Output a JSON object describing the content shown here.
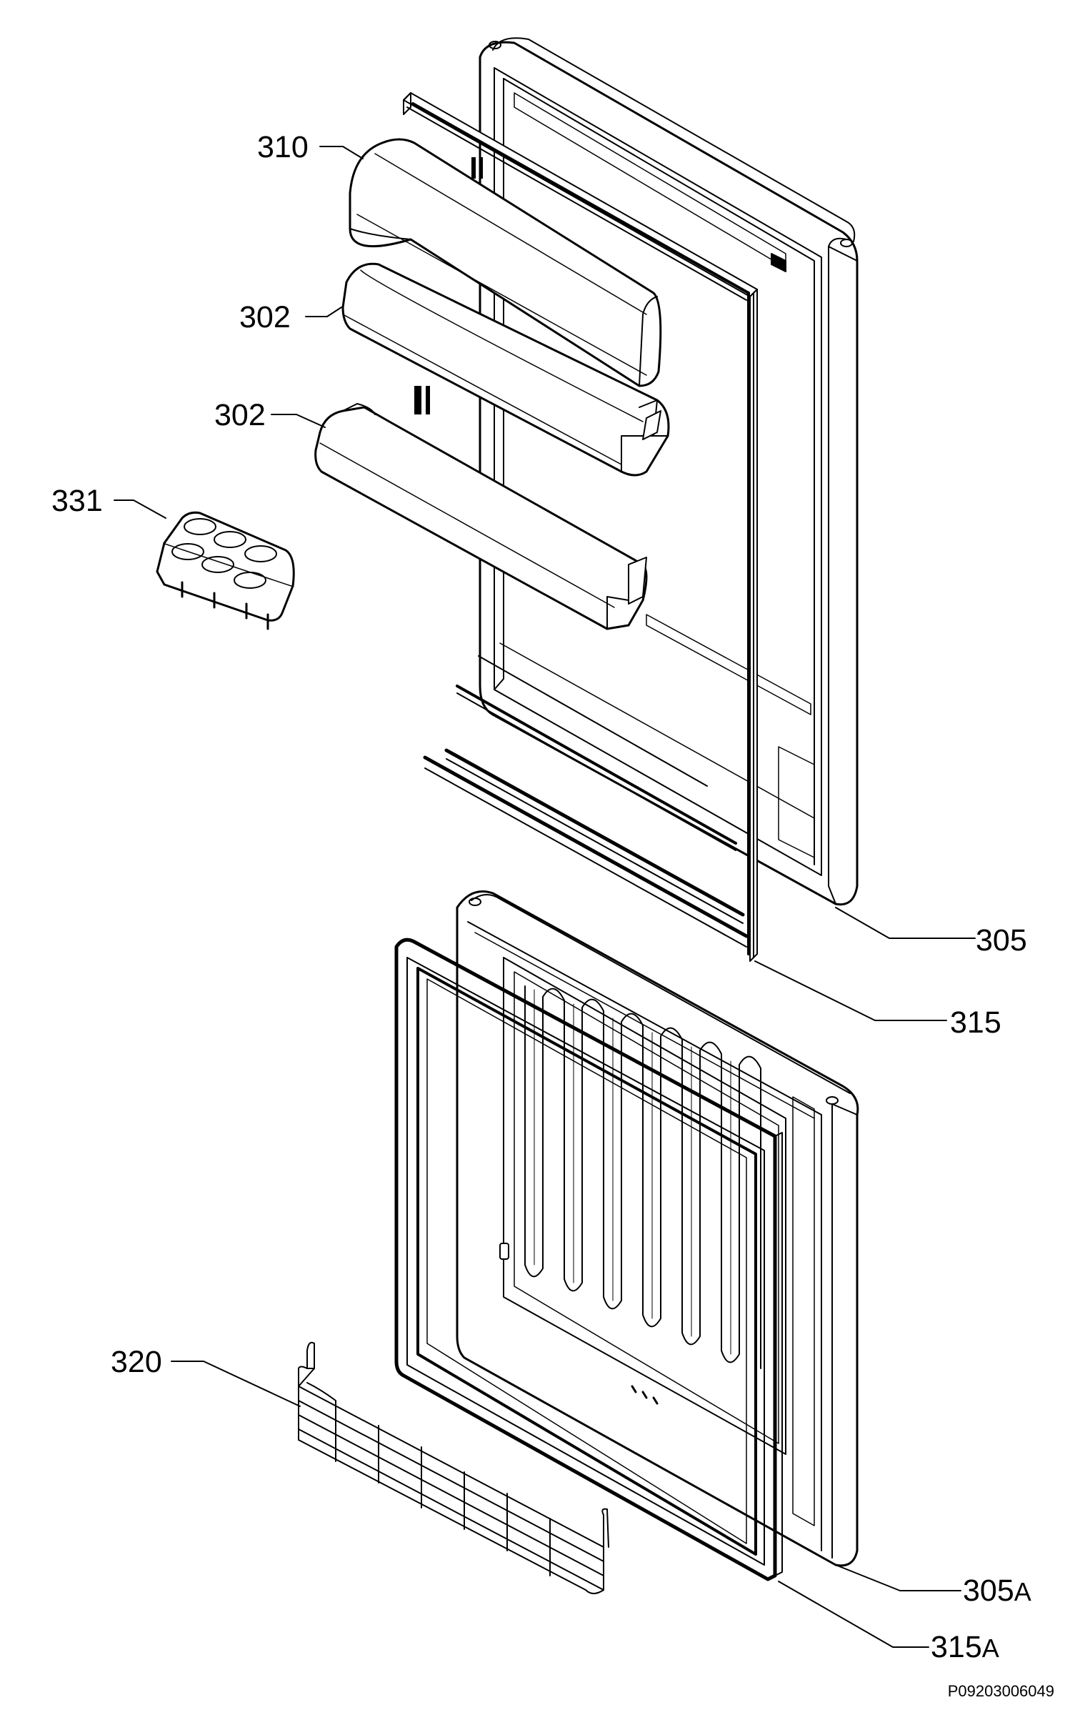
{
  "diagram": {
    "labels": {
      "p310": "310",
      "p302a": "302",
      "p302b": "302",
      "p331": "331",
      "p305": "305",
      "p315": "315",
      "p320": "320",
      "p305a_num": "305",
      "p305a_suffix": "A",
      "p315a_num": "315",
      "p315a_suffix": "A"
    },
    "drawing_code": "P09203006049",
    "colors": {
      "line": "#000000",
      "background": "#ffffff",
      "shade": "#e6e6e6"
    }
  }
}
